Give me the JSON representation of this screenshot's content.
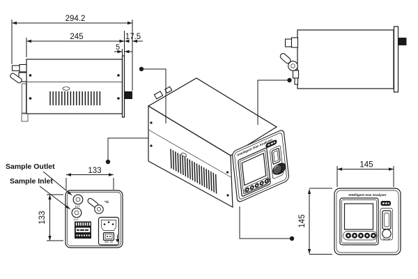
{
  "drawing": {
    "device_title": "Intelligent Gas Analyzer",
    "colors": {
      "line": "#1a1a1a",
      "background": "#ffffff"
    },
    "views": {
      "side_left": {
        "dim_overall": "294.2",
        "dim_body": "245",
        "dim_rear_offset": "17.5",
        "dim_flange": "5"
      },
      "rear": {
        "dim_width": "133",
        "dim_height": "133",
        "label_outlet": "Sample Outlet",
        "label_inlet": "Sample Inlet"
      },
      "front": {
        "dim_width": "145",
        "dim_height": "145",
        "panel_title": "Intelligent Gas Analyzer"
      },
      "iso": {
        "panel_title": "Intelligent Gas Analyzer"
      }
    }
  }
}
